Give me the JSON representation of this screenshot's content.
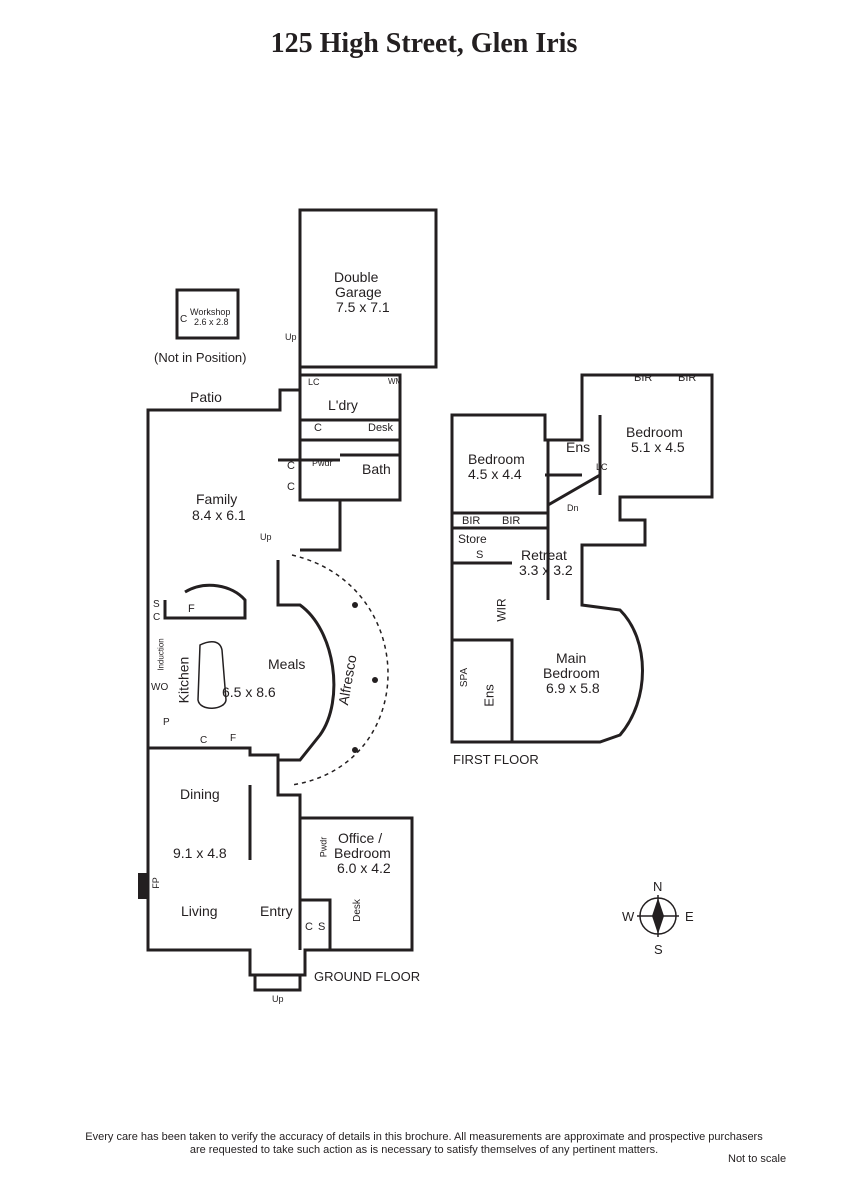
{
  "title": "125 High Street, Glen Iris",
  "workshop": {
    "name": "Workshop",
    "dims": "2.6 x 2.8",
    "c": "C",
    "note": "(Not in Position)"
  },
  "ground_floor": {
    "label": "GROUND FLOOR",
    "garage": {
      "name1": "Double",
      "name2": "Garage",
      "dims": "7.5 x 7.1"
    },
    "up": "Up",
    "patio": "Patio",
    "laundry": {
      "name": "L'dry",
      "lc": "LC",
      "wm": "WM",
      "c": "C",
      "desk": "Desk"
    },
    "bath": "Bath",
    "pwdr": "Pwdr",
    "c1": "C",
    "c2": "C",
    "family": {
      "name": "Family",
      "dims": "8.4 x 6.1"
    },
    "kitchen": {
      "name": "Kitchen",
      "induction": "Induction",
      "s": "S",
      "c": "C",
      "f": "F",
      "wo": "WO",
      "p": "P",
      "c2": "C",
      "f2": "F"
    },
    "meals": {
      "name": "Meals",
      "dims": "6.5 x 8.6"
    },
    "alfresco": "Alfresco",
    "dining": {
      "name": "Dining",
      "dims": "9.1 x 4.8"
    },
    "living": "Living",
    "fp": "FP",
    "entry": "Entry",
    "office": {
      "name1": "Office /",
      "name2": "Bedroom",
      "dims": "6.0 x 4.2",
      "desk": "Desk",
      "pwdr": "Pwdr"
    },
    "cs_c": "C",
    "cs_s": "S",
    "up_front": "Up"
  },
  "first_floor": {
    "label": "FIRST FLOOR",
    "bedroom1": {
      "name": "Bedroom",
      "dims": "4.5 x 4.4"
    },
    "bedroom2": {
      "name": "Bedroom",
      "dims": "5.1 x 4.5"
    },
    "bir1": "BIR",
    "bir2": "BIR",
    "bir3": "BIR",
    "bir4": "BIR",
    "ens1": "Ens",
    "lc": "LC",
    "dn": "Dn",
    "store": "Store",
    "s": "S",
    "retreat": {
      "name": "Retreat",
      "dims": "3.3 x 3.2"
    },
    "wir": "WIR",
    "spa": "SPA",
    "ens2": "Ens",
    "main": {
      "name1": "Main",
      "name2": "Bedroom",
      "dims": "6.9 x 5.8"
    }
  },
  "compass": {
    "n": "N",
    "s": "S",
    "e": "E",
    "w": "W"
  },
  "disclaimer1": "Every care has been taken to verify the accuracy of details in this brochure.  All measurements are approximate and prospective purchasers",
  "disclaimer2": "are requested to take such action as is necessary to satisfy themselves of any pertinent matters.",
  "not_to_scale": "Not to scale"
}
